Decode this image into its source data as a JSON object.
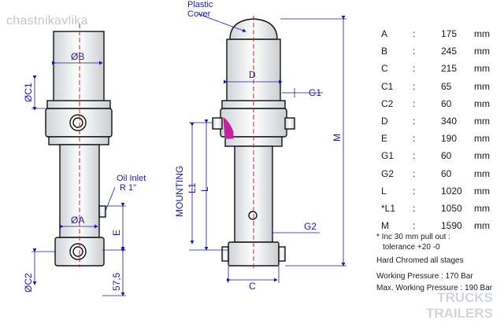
{
  "watermark": {
    "text": "chastnikavlika",
    "logo_line1": "TRUCKS",
    "logo_line2": "TRAILERS"
  },
  "labels": {
    "plastic_cover": [
      "Plastic",
      "Cover"
    ],
    "oil_inlet": [
      "Oil Inlet",
      "R 1\""
    ],
    "mounting": "MOUNTING",
    "dim_B": "ØB",
    "dim_A": "ØA",
    "dim_C1": "ØC1",
    "dim_C2": "ØC2",
    "dim_E": "E",
    "dim_575": "57,5",
    "dim_D": "D",
    "dim_G1": "G1",
    "dim_M": "M",
    "dim_L1": "L1",
    "dim_L": "L",
    "dim_G2": "G2",
    "dim_C": "C"
  },
  "specs": [
    {
      "key": "A",
      "sep": ":",
      "value": "175",
      "unit": "mm"
    },
    {
      "key": "B",
      "sep": ":",
      "value": "245",
      "unit": "mm"
    },
    {
      "key": "C",
      "sep": ":",
      "value": "215",
      "unit": "mm"
    },
    {
      "key": "C1",
      "sep": ":",
      "value": "65",
      "unit": "mm"
    },
    {
      "key": "C2",
      "sep": ":",
      "value": "60",
      "unit": "mm"
    },
    {
      "key": "D",
      "sep": ":",
      "value": "340",
      "unit": "mm"
    },
    {
      "key": "E",
      "sep": ":",
      "value": "190",
      "unit": "mm"
    },
    {
      "key": "G1",
      "sep": ":",
      "value": "60",
      "unit": "mm"
    },
    {
      "key": "G2",
      "sep": ":",
      "value": "60",
      "unit": "mm"
    },
    {
      "key": "L",
      "sep": ":",
      "value": "1020",
      "unit": "mm"
    },
    {
      "key": "*L1",
      "sep": ":",
      "value": "1050",
      "unit": "mm"
    },
    {
      "key": "M",
      "sep": ":",
      "value": "1590",
      "unit": "mm"
    }
  ],
  "notes": {
    "line1": "* Inc 30 mm pull out :",
    "line2": "tolerance +20 -0",
    "hard_chromed": "Hard Chromed all stages",
    "working_pressure": "Working Pressure : 170 Bar",
    "max_working_pressure": "Max. Working Pressure : 190 Bar"
  },
  "colors": {
    "line": "#1a1a9c",
    "axis": "#d21e1e",
    "body": "#111111",
    "highlight": "#c0249c"
  }
}
